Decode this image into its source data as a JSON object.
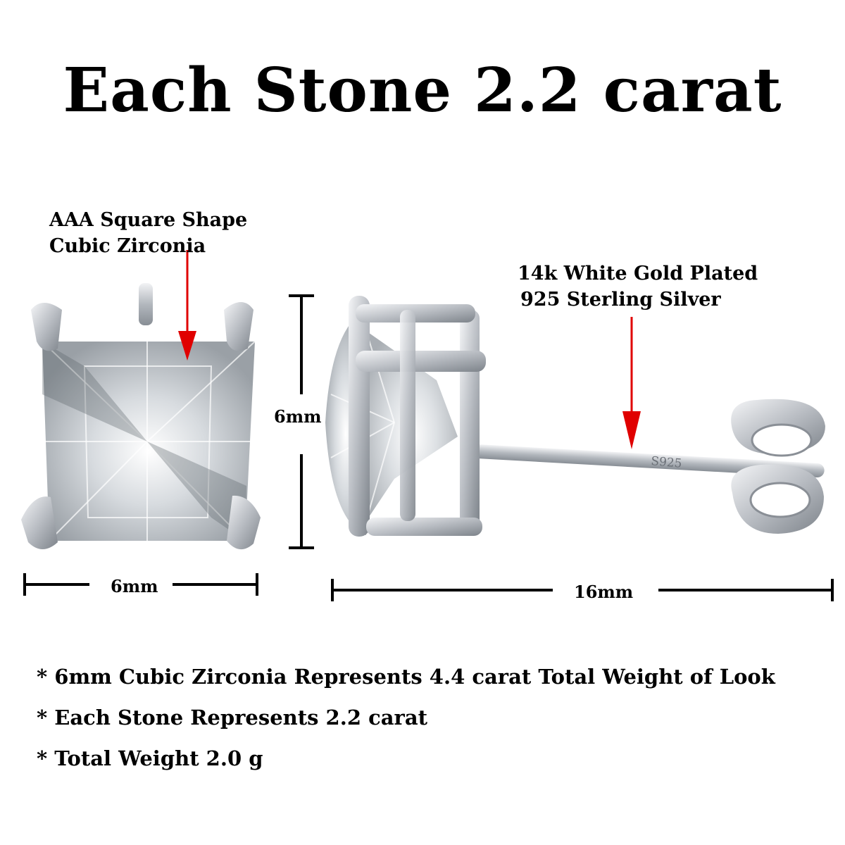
{
  "title": "Each Stone 2.2 carat",
  "callouts": {
    "stone_line1": "AAA Square Shape",
    "stone_line2": "Cubic Zirconia",
    "metal_line1": "14k White Gold Plated",
    "metal_line2": "925 Sterling Silver"
  },
  "dimensions": {
    "height": "6mm",
    "width": "6mm",
    "length": "16mm"
  },
  "post_stamp": "S925",
  "bullets": [
    "* 6mm Cubic Zirconia Represents 4.4 carat Total Weight of Look",
    "* Each Stone Represents 2.2 carat",
    "* Total Weight 2.0 g"
  ],
  "colors": {
    "arrow": "#e00000",
    "metal": "#c9ccd1",
    "metal_dark": "#8a8f96",
    "stone": "#e8ecef"
  }
}
